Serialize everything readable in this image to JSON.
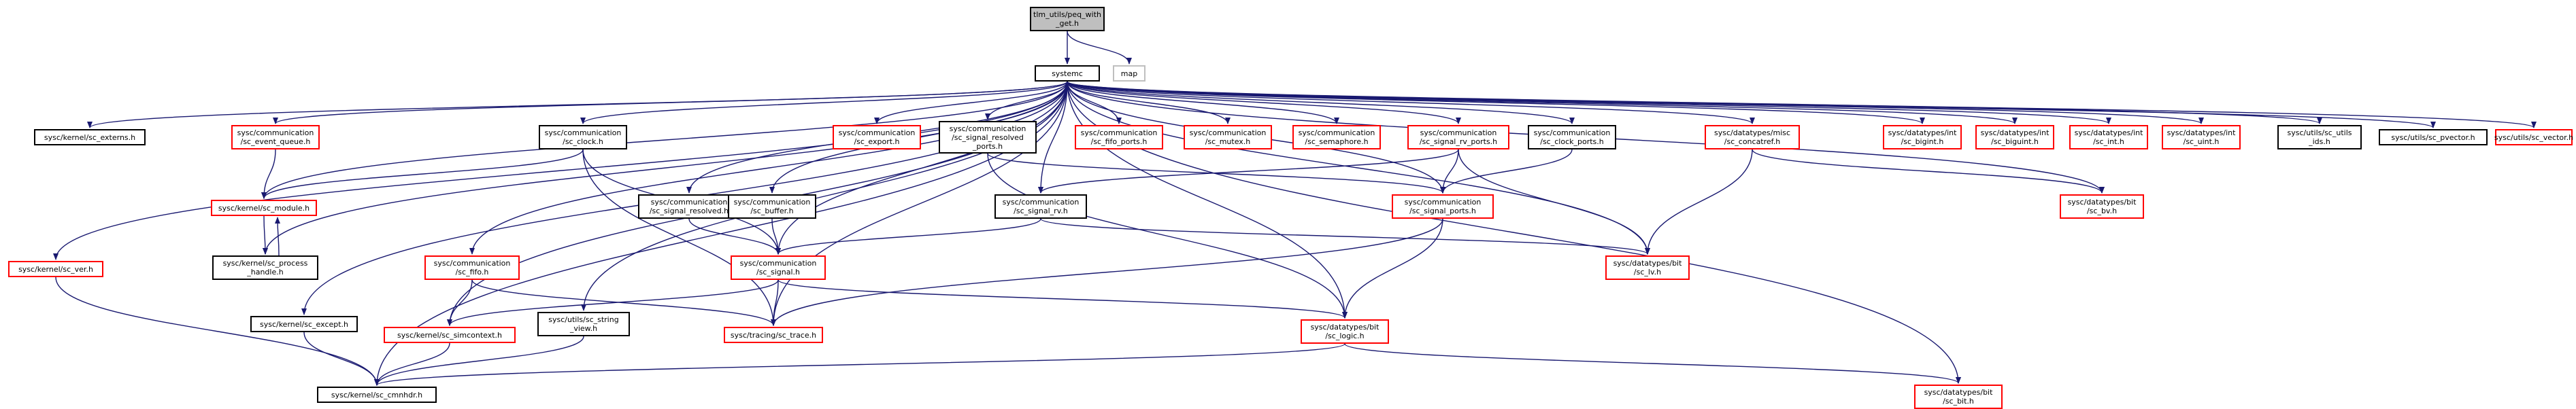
{
  "colors": {
    "edge": "#191970",
    "missing_border": "#ff0000",
    "root_fill": "#bfbfbf",
    "external_border": "#bfbfbf"
  },
  "nodes": [
    {
      "id": "root",
      "label": "tlm_utils/peq_with\n_get.h",
      "style": "gray"
    },
    {
      "id": "systemc",
      "label": "systemc",
      "style": "black"
    },
    {
      "id": "map",
      "label": "map",
      "style": "light"
    },
    {
      "id": "sc_externs",
      "label": "sysc/kernel/sc_externs.h",
      "style": "black"
    },
    {
      "id": "sc_event_queue",
      "label": "sysc/communication\n/sc_event_queue.h",
      "style": "red"
    },
    {
      "id": "sc_clock",
      "label": "sysc/communication\n/sc_clock.h",
      "style": "black"
    },
    {
      "id": "sc_export",
      "label": "sysc/communication\n/sc_export.h",
      "style": "red"
    },
    {
      "id": "sc_signal_resolved_ports",
      "label": "sysc/communication\n/sc_signal_resolved\n_ports.h",
      "style": "black"
    },
    {
      "id": "sc_fifo_ports",
      "label": "sysc/communication\n/sc_fifo_ports.h",
      "style": "red"
    },
    {
      "id": "sc_mutex",
      "label": "sysc/communication\n/sc_mutex.h",
      "style": "red"
    },
    {
      "id": "sc_semaphore",
      "label": "sysc/communication\n/sc_semaphore.h",
      "style": "red"
    },
    {
      "id": "sc_signal_rv_ports",
      "label": "sysc/communication\n/sc_signal_rv_ports.h",
      "style": "red"
    },
    {
      "id": "sc_clock_ports",
      "label": "sysc/communication\n/sc_clock_ports.h",
      "style": "black"
    },
    {
      "id": "sc_concatref",
      "label": "sysc/datatypes/misc\n/sc_concatref.h",
      "style": "red"
    },
    {
      "id": "sc_bigint",
      "label": "sysc/datatypes/int\n/sc_bigint.h",
      "style": "red"
    },
    {
      "id": "sc_biguint",
      "label": "sysc/datatypes/int\n/sc_biguint.h",
      "style": "red"
    },
    {
      "id": "sc_int",
      "label": "sysc/datatypes/int\n/sc_int.h",
      "style": "red"
    },
    {
      "id": "sc_uint",
      "label": "sysc/datatypes/int\n/sc_uint.h",
      "style": "red"
    },
    {
      "id": "sc_ids",
      "label": "sysc/utils/sc_utils\n_ids.h",
      "style": "black"
    },
    {
      "id": "sc_pvector",
      "label": "sysc/utils/sc_pvector.h",
      "style": "black"
    },
    {
      "id": "sc_vector",
      "label": "sysc/utils/sc_vector.h",
      "style": "red"
    },
    {
      "id": "sc_module",
      "label": "sysc/kernel/sc_module.h",
      "style": "red"
    },
    {
      "id": "sc_process_handle",
      "label": "sysc/kernel/sc_process\n_handle.h",
      "style": "black"
    },
    {
      "id": "sc_signal_resolved",
      "label": "sysc/communication\n/sc_signal_resolved.h",
      "style": "black"
    },
    {
      "id": "sc_buffer",
      "label": "sysc/communication\n/sc_buffer.h",
      "style": "black"
    },
    {
      "id": "sc_signal_rv",
      "label": "sysc/communication\n/sc_signal_rv.h",
      "style": "black"
    },
    {
      "id": "sc_signal_ports",
      "label": "sysc/communication\n/sc_signal_ports.h",
      "style": "red"
    },
    {
      "id": "sc_bv",
      "label": "sysc/datatypes/bit\n/sc_bv.h",
      "style": "red"
    },
    {
      "id": "sc_ver",
      "label": "sysc/kernel/sc_ver.h",
      "style": "red"
    },
    {
      "id": "sc_fifo",
      "label": "sysc/communication\n/sc_fifo.h",
      "style": "red"
    },
    {
      "id": "sc_signal",
      "label": "sysc/communication\n/sc_signal.h",
      "style": "red"
    },
    {
      "id": "sc_lv",
      "label": "sysc/datatypes/bit\n/sc_lv.h",
      "style": "red"
    },
    {
      "id": "sc_except",
      "label": "sysc/kernel/sc_except.h",
      "style": "black"
    },
    {
      "id": "sc_string_view",
      "label": "sysc/utils/sc_string\n_view.h",
      "style": "black"
    },
    {
      "id": "sc_simcontext",
      "label": "sysc/kernel/sc_simcontext.h",
      "style": "red"
    },
    {
      "id": "sc_trace",
      "label": "sysc/tracing/sc_trace.h",
      "style": "red"
    },
    {
      "id": "sc_logic",
      "label": "sysc/datatypes/bit\n/sc_logic.h",
      "style": "red"
    },
    {
      "id": "sc_cmnhdr",
      "label": "sysc/kernel/sc_cmnhdr.h",
      "style": "black"
    },
    {
      "id": "sc_bit",
      "label": "sysc/datatypes/bit\n/sc_bit.h",
      "style": "red"
    }
  ],
  "edges": [
    [
      "root",
      "systemc"
    ],
    [
      "root",
      "map"
    ],
    [
      "systemc",
      "sc_externs"
    ],
    [
      "systemc",
      "sc_event_queue"
    ],
    [
      "systemc",
      "sc_clock"
    ],
    [
      "systemc",
      "sc_export"
    ],
    [
      "systemc",
      "sc_signal_resolved_ports"
    ],
    [
      "systemc",
      "sc_fifo_ports"
    ],
    [
      "systemc",
      "sc_mutex"
    ],
    [
      "systemc",
      "sc_semaphore"
    ],
    [
      "systemc",
      "sc_signal_rv_ports"
    ],
    [
      "systemc",
      "sc_clock_ports"
    ],
    [
      "systemc",
      "sc_concatref"
    ],
    [
      "systemc",
      "sc_bigint"
    ],
    [
      "systemc",
      "sc_biguint"
    ],
    [
      "systemc",
      "sc_int"
    ],
    [
      "systemc",
      "sc_uint"
    ],
    [
      "systemc",
      "sc_ids"
    ],
    [
      "systemc",
      "sc_pvector"
    ],
    [
      "systemc",
      "sc_vector"
    ],
    [
      "systemc",
      "sc_module"
    ],
    [
      "systemc",
      "sc_process_handle"
    ],
    [
      "systemc",
      "sc_signal_resolved"
    ],
    [
      "systemc",
      "sc_buffer"
    ],
    [
      "systemc",
      "sc_signal_rv"
    ],
    [
      "systemc",
      "sc_signal_ports"
    ],
    [
      "systemc",
      "sc_bv"
    ],
    [
      "systemc",
      "sc_ver"
    ],
    [
      "systemc",
      "sc_fifo"
    ],
    [
      "systemc",
      "sc_signal"
    ],
    [
      "systemc",
      "sc_lv"
    ],
    [
      "systemc",
      "sc_except"
    ],
    [
      "systemc",
      "sc_string_view"
    ],
    [
      "systemc",
      "sc_simcontext"
    ],
    [
      "systemc",
      "sc_trace"
    ],
    [
      "systemc",
      "sc_logic"
    ],
    [
      "systemc",
      "sc_cmnhdr"
    ],
    [
      "systemc",
      "sc_bit"
    ],
    [
      "sc_event_queue",
      "sc_module"
    ],
    [
      "sc_clock",
      "sc_module"
    ],
    [
      "sc_clock",
      "sc_signal"
    ],
    [
      "sc_clock",
      "sc_trace"
    ],
    [
      "sc_module",
      "sc_process_handle"
    ],
    [
      "sc_process_handle",
      "sc_module"
    ],
    [
      "sc_signal_resolved",
      "sc_signal"
    ],
    [
      "sc_buffer",
      "sc_signal"
    ],
    [
      "sc_signal_resolved_ports",
      "sc_signal_ports"
    ],
    [
      "sc_signal_resolved_ports",
      "sc_logic"
    ],
    [
      "sc_signal_rv_ports",
      "sc_signal_rv"
    ],
    [
      "sc_signal_rv_ports",
      "sc_signal_ports"
    ],
    [
      "sc_signal_rv_ports",
      "sc_lv"
    ],
    [
      "sc_clock_ports",
      "sc_signal_ports"
    ],
    [
      "sc_concatref",
      "sc_lv"
    ],
    [
      "sc_concatref",
      "sc_bv"
    ],
    [
      "sc_signal_rv",
      "sc_signal"
    ],
    [
      "sc_signal_rv",
      "sc_lv"
    ],
    [
      "sc_signal_ports",
      "sc_logic"
    ],
    [
      "sc_signal_ports",
      "sc_trace"
    ],
    [
      "sc_fifo",
      "sc_simcontext"
    ],
    [
      "sc_fifo",
      "sc_trace"
    ],
    [
      "sc_signal",
      "sc_simcontext"
    ],
    [
      "sc_signal",
      "sc_trace"
    ],
    [
      "sc_signal",
      "sc_logic"
    ],
    [
      "sc_ver",
      "sc_cmnhdr"
    ],
    [
      "sc_except",
      "sc_cmnhdr"
    ],
    [
      "sc_simcontext",
      "sc_cmnhdr"
    ],
    [
      "sc_string_view",
      "sc_cmnhdr"
    ],
    [
      "sc_logic",
      "sc_cmnhdr"
    ],
    [
      "sc_logic",
      "sc_bit"
    ]
  ]
}
